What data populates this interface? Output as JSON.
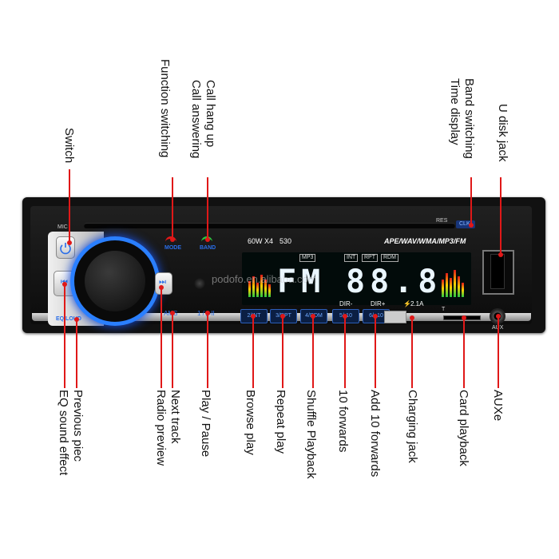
{
  "labels_top": {
    "switch": "Switch",
    "function_switching": "Function switching",
    "call_answering": "Call answering",
    "call_hang_up": "Call hang up",
    "time_display": "Time display",
    "band_switching": "Band switching",
    "u_disk_jack": "U disk jack"
  },
  "labels_bottom": {
    "eq_sound_effect": "EQ sound effect",
    "previous_piec": "Previous piec",
    "radio_preview": "Radio preview",
    "next_track": "Next track",
    "play_pause": "Play / Pause",
    "browse_play": "Browse play",
    "repeat_play": "Repeat play",
    "shuffle_playback": "Shuffle Playback",
    "ten_forwards": "10 forwards",
    "add_ten_forwards": "Add 10 forwards",
    "charging_jack": "Charging jack",
    "card_playback": "Card playback",
    "auxe": "AUXe"
  },
  "device": {
    "mic": "MIC",
    "res": "RES",
    "clk": "CLK",
    "mode": "MODE",
    "band": "BAND",
    "power_rating": "60W X4",
    "model": "530",
    "formats": "APE/WAV/WMA/MP3/FM",
    "ams": "AMS",
    "play": "1 / ▶II",
    "eq_loud": "EQ/LOUD",
    "btn_2": "2/INT",
    "btn_3": "3/RPT",
    "btn_4": "4/RDM",
    "btn_5": "5/-10",
    "btn_6": "6/+10",
    "dir_minus": "DIR-",
    "dir_plus": "DIR+",
    "usb_rating": "2.1A",
    "t_label": "T",
    "aux": "AUX",
    "display_main": "FM",
    "display_digits": "88.8",
    "tag_mp3": "MP3",
    "tag_int": "INT",
    "tag_rpt": "RPT",
    "tag_rdm": "RDM",
    "watermark": "podofo.en.alibaba.com"
  },
  "colors": {
    "callout_line": "#e01818",
    "knob_glow": "#2a7fff",
    "button_text": "#6ea8ff"
  }
}
